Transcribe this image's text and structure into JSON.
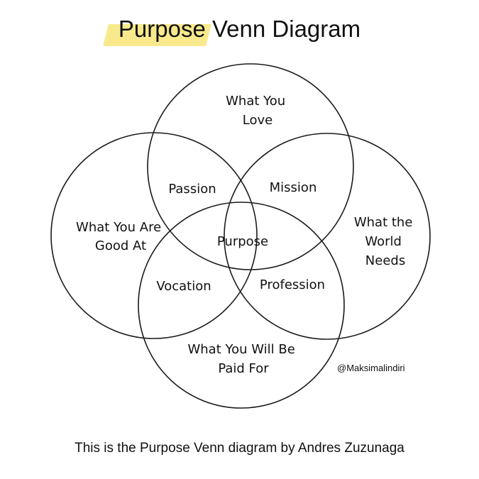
{
  "title": {
    "highlighted": "Purpose",
    "rest": "Venn Diagram",
    "highlight_color": "#f8ea8c"
  },
  "circles": {
    "love": "What You Love",
    "good_at": "What You Are Good At",
    "world_needs": "What the World Needs",
    "paid_for": "What You Will Be Paid For"
  },
  "intersections": {
    "passion": "Passion",
    "mission": "Mission",
    "vocation": "Vocation",
    "profession": "Profession",
    "purpose": "Purpose"
  },
  "watermark": "@Maksimalindiri",
  "caption": "This is the Purpose Venn diagram by Andres Zuzunaga"
}
